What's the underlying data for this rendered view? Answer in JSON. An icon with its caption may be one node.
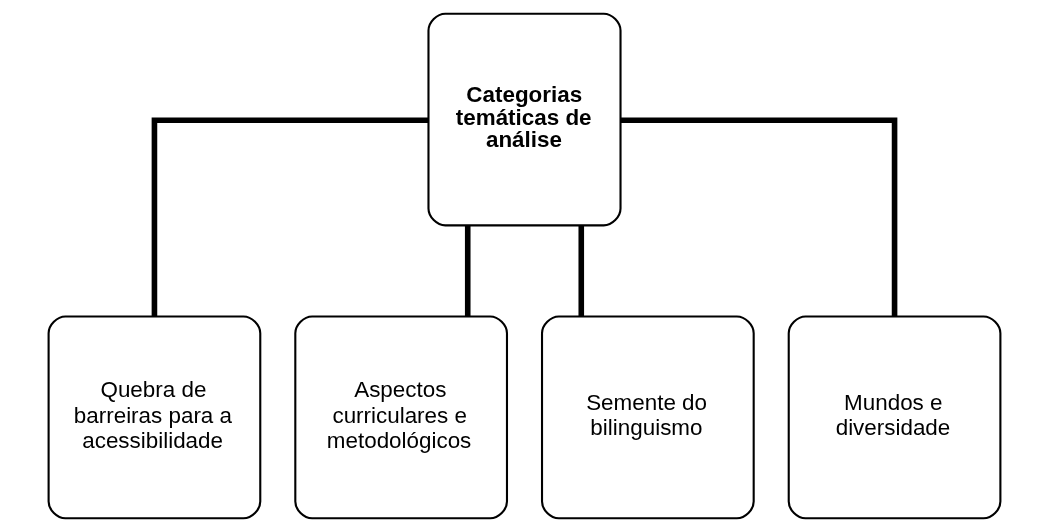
{
  "diagram": {
    "nodes": [
      {
        "text": [
          "Categorias temáticas de análise"
        ]
      },
      {
        "text": [
          "Quebra de barreiras para a acessibilidade"
        ]
      },
      {
        "text": [
          "Aspectos curriculares e metodológicos"
        ]
      },
      {
        "text": [
          "Semente do bilinguismo"
        ]
      },
      {
        "text": [
          "Mundos e diversidade"
        ]
      }
    ],
    "edges": [
      {
        "from": 0,
        "to": 1,
        "arrow": "none"
      },
      {
        "from": 0,
        "to": 2,
        "arrow": "none"
      },
      {
        "from": 0,
        "to": 3,
        "arrow": "none"
      },
      {
        "from": 0,
        "to": 4,
        "arrow": "none"
      }
    ]
  }
}
